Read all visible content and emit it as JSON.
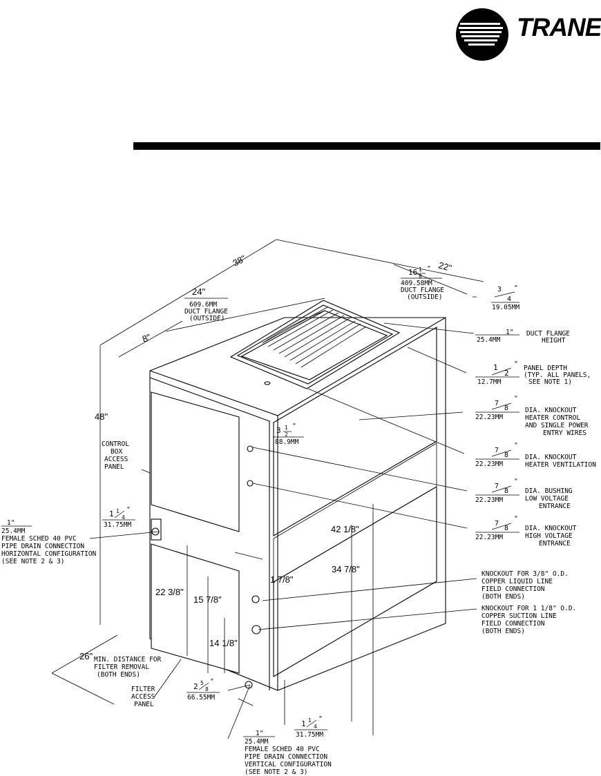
{
  "brand": {
    "name": "TRANE",
    "mark": "®"
  },
  "dimensions": {
    "d38": "38\"",
    "d22": "22\"",
    "d48": "48\"",
    "d8": "8\"",
    "d24": "24\"",
    "d24mm": "609.6MM",
    "d24note1": "DUCT FLANGE",
    "d24note2": "(OUTSIDE)",
    "d16int": "16",
    "d16num": "1",
    "d16den": "8",
    "d16mark": "\"",
    "d16mm": "409.58MM",
    "d16note1": "DUCT FLANGE",
    "d16note2": "(OUTSIDE)",
    "d34num": "3",
    "d34den": "4",
    "d34mark": "\"",
    "d34mm": "19.05MM",
    "d1a": "1\"",
    "d1amm": "25.4MM",
    "d1anote1": "DUCT FLANGE",
    "d1anote2": "HEIGHT",
    "dhalfnum": "1",
    "dhalfden": "2",
    "dhalfmark": "\"",
    "dhalfmm": "12.7MM",
    "dhalfnote1": "PANEL DEPTH",
    "dhalfnote2": "(TYP. ALL PANELS,",
    "dhalfnote3": "SEE NOTE 1)",
    "k1num": "7",
    "k1den": "8",
    "k1mark": "\"",
    "k1mm": "22.23MM",
    "k1note1": "DIA.  KNOCKOUT",
    "k1note2": "HEATER CONTROL",
    "k1note3": "AND SINGLE POWER",
    "k1note4": "ENTRY WIRES",
    "d312int": "3",
    "d312num": "1",
    "d312den": "2",
    "d312mark": "\"",
    "d312mm": "88.9MM",
    "k2num": "7",
    "k2den": "8",
    "k2mark": "\"",
    "k2mm": "22.23MM",
    "k2note1": "DIA.  KNOCKOUT",
    "k2note2": "HEATER VENTILATION",
    "k3num": "7",
    "k3den": "8",
    "k3mark": "\"",
    "k3mm": "22.23MM",
    "k3note1": "DIA. BUSHING",
    "k3note2": "LOW VOLTAGE",
    "k3note3": "ENTRANCE",
    "k4num": "7",
    "k4den": "8",
    "k4mark": "\"",
    "k4mm": "22.23MM",
    "k4note1": "DIA. KNOCKOUT",
    "k4note2": "HIGH VOLTAGE",
    "k4note3": "ENTRANCE",
    "cb1": "CONTROL",
    "cb2": "BOX",
    "cb3": "ACCESS",
    "cb4": "PANEL",
    "d114int": "1",
    "d114num": "1",
    "d114den": "4",
    "d114mark": "\"",
    "d114mm": "31.75MM",
    "fd1": "1\"",
    "fd1mm": "25.4MM",
    "fd1note1": "FEMALE SCHED 40 PVC",
    "fd1note2": "PIPE DRAIN CONNECTION",
    "fd1note3": "HORIZONTAL CONFIGURATION",
    "fd1note4": "(SEE NOTE 2 & 3)",
    "d4218": "42 1/8\"",
    "d3478": "34 7/8\"",
    "d178": "1 7/8\"",
    "d2238": "22 3/8\"",
    "d1578": "15 7/8\"",
    "d1418": "14 1/8\"",
    "ko38a": "KNOCKOUT FOR 3/8\" O.D.",
    "ko38b": "COPPER LIQUID LINE",
    "ko38c": "FIELD CONNECTION",
    "ko38d": "(BOTH ENDS)",
    "ko118a": "KNOCKOUT FOR 1 1/8\" O.D.",
    "ko118b": "COPPER SUCTION LINE",
    "ko118c": "FIELD CONNECTION",
    "ko118d": "(BOTH ENDS)",
    "d26": "26\"",
    "d26n1": "MIN. DISTANCE FOR",
    "d26n2": "FILTER REMOVAL",
    "d26n3": "(BOTH ENDS)",
    "fa1": "FILTER",
    "fa2": "ACCESS",
    "fa3": "PANEL",
    "d258int": "2",
    "d258num": "5",
    "d258den": "8",
    "d258mark": "\"",
    "d258mm": "66.55MM",
    "fd2": "1\"",
    "fd2mm": "25.4MM",
    "fd2note1": "FEMALE SCHED 40 PVC",
    "fd2note2": "PIPE DRAIN CONNECTION",
    "fd2note3": "VERTICAL CONFIGURATION",
    "fd2note4": "(SEE NOTE 2 & 3)",
    "b114int": "1",
    "b114num": "1",
    "b114den": "4",
    "b114mark": "\"",
    "b114mm": "31.75MM"
  }
}
